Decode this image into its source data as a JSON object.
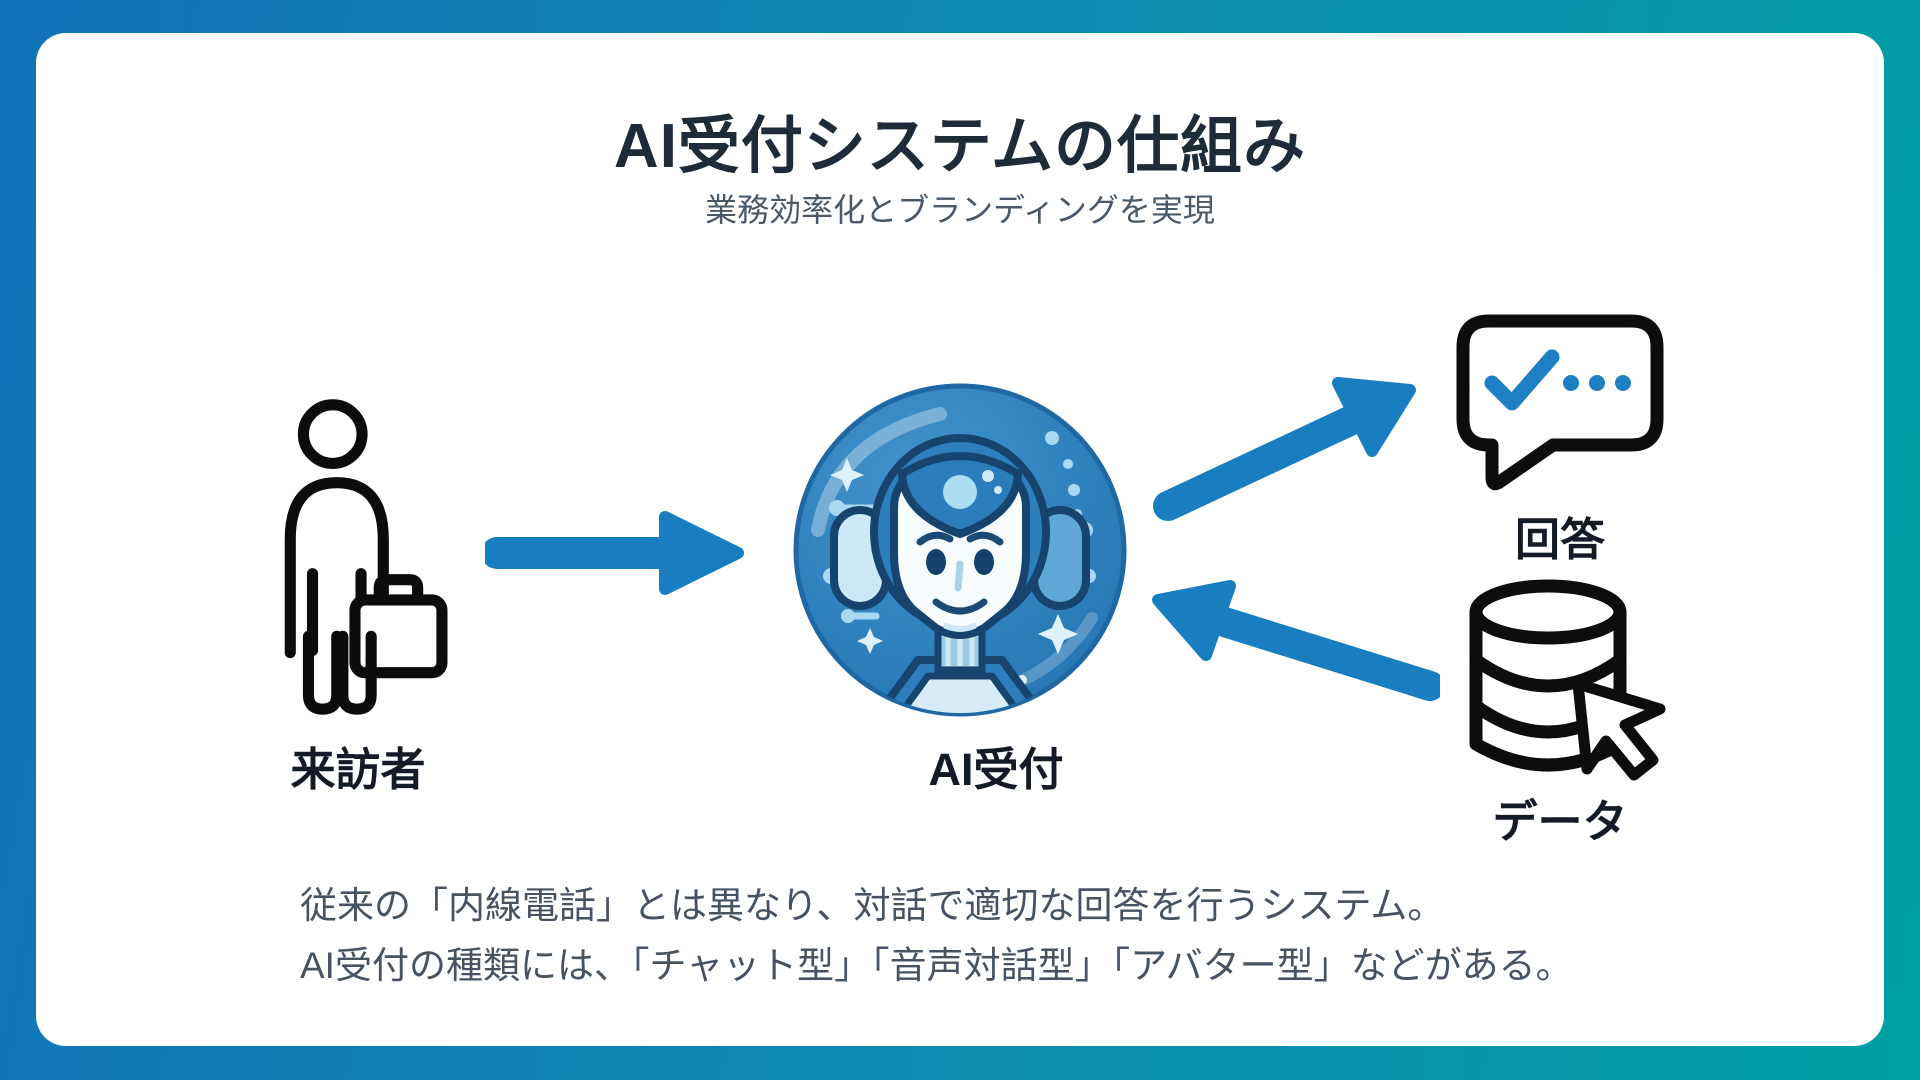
{
  "page": {
    "background_gradient_left": "#1173b8",
    "background_gradient_right": "#00a0a4",
    "card_background": "#ffffff"
  },
  "header": {
    "title": "AI受付システムの仕組み",
    "subtitle": "業務効率化とブランディングを実現"
  },
  "diagram": {
    "nodes": [
      {
        "id": "visitor",
        "label": "来訪者",
        "icon": "person-briefcase-icon"
      },
      {
        "id": "ai-reception",
        "label": "AI受付",
        "icon": "ai-robot-avatar"
      },
      {
        "id": "answer",
        "label": "回答",
        "icon": "chat-bubble-check-icon"
      },
      {
        "id": "data",
        "label": "データ",
        "icon": "database-cursor-icon"
      }
    ],
    "flows": [
      {
        "from": "来訪者",
        "to": "AI受付",
        "icon": "right-arrow"
      },
      {
        "from": "AI受付",
        "to": "回答",
        "icon": "up-right-arrow"
      },
      {
        "from": "データ",
        "to": "AI受付",
        "icon": "up-left-arrow"
      }
    ]
  },
  "footer": {
    "line1": "従来の「内線電話」とは異なり、対話で適切な回答を行うシステム。",
    "line2": "AI受付の種類には、「チャット型」「音声対話型」「アバター型」などがある。"
  },
  "colors": {
    "arrow_blue": "#187ec0",
    "bubble_mark_blue": "#1d80c3",
    "title_text": "#202b3a",
    "subtitle_text": "#4a5868",
    "body_text": "#475263",
    "label_text": "#141b26",
    "icon_outline": "#0d0d0d",
    "avatar_main_blue": "#2d7fbc",
    "avatar_light_blue": "#aadcf2"
  }
}
